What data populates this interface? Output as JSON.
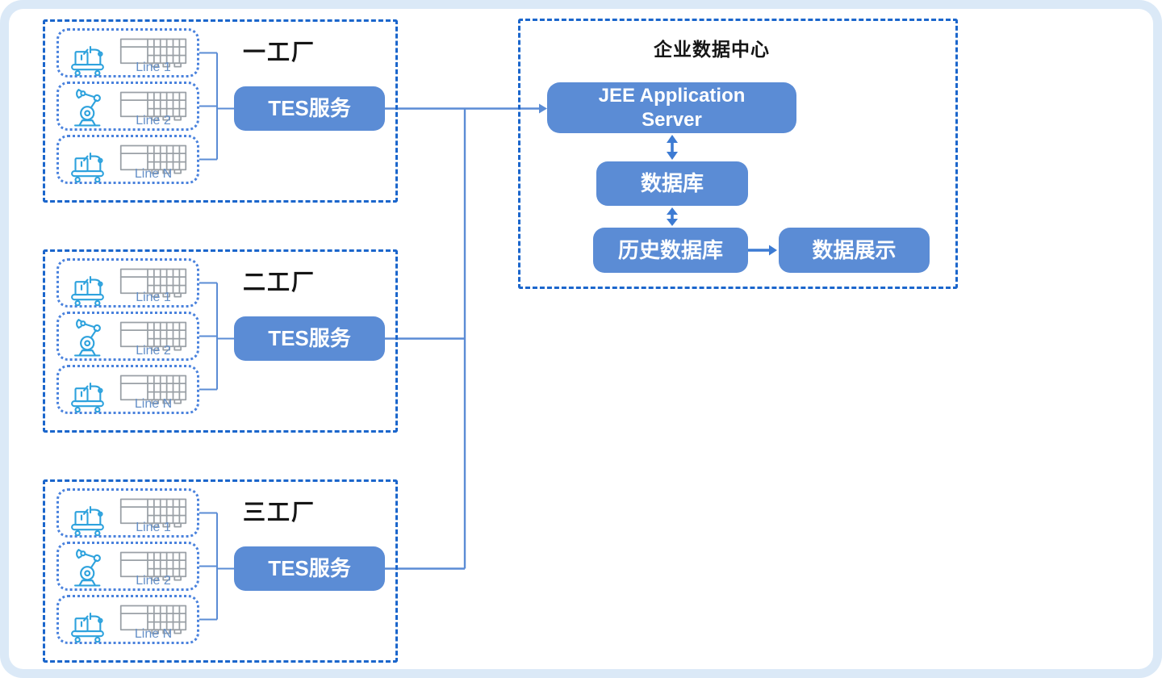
{
  "diagram": {
    "factories": [
      {
        "title": "一工厂",
        "tes": "TES服务",
        "lines": [
          "Line 1",
          "Line 2",
          "Line N"
        ]
      },
      {
        "title": "二工厂",
        "tes": "TES服务",
        "lines": [
          "Line 1",
          "Line 2",
          "Line N"
        ]
      },
      {
        "title": "三工厂",
        "tes": "TES服务",
        "lines": [
          "Line 1",
          "Line 2",
          "Line N"
        ]
      }
    ],
    "data_center": {
      "title": "企业数据中心",
      "app_server": "JEE Application Server",
      "database": "数据库",
      "history_db": "历史数据库",
      "display": "数据展示"
    },
    "icons": {
      "line_1": "conveyor-machine-icon",
      "line_2": "robot-arm-icon",
      "line_n": "conveyor-machine-icon",
      "equipment": "production-line-icon"
    },
    "colors": {
      "node_fill": "#5b8cd5",
      "connector": "#5b8cd5",
      "arrow": "#3d7bd3",
      "dashed_border": "#1b66cc",
      "dotted_border": "#4a82dd",
      "line_label": "#6590c8",
      "icon_blue": "#2ea2dd",
      "icon_gray": "#9aa0a6",
      "frame_bg": "#dbe9f7"
    }
  }
}
